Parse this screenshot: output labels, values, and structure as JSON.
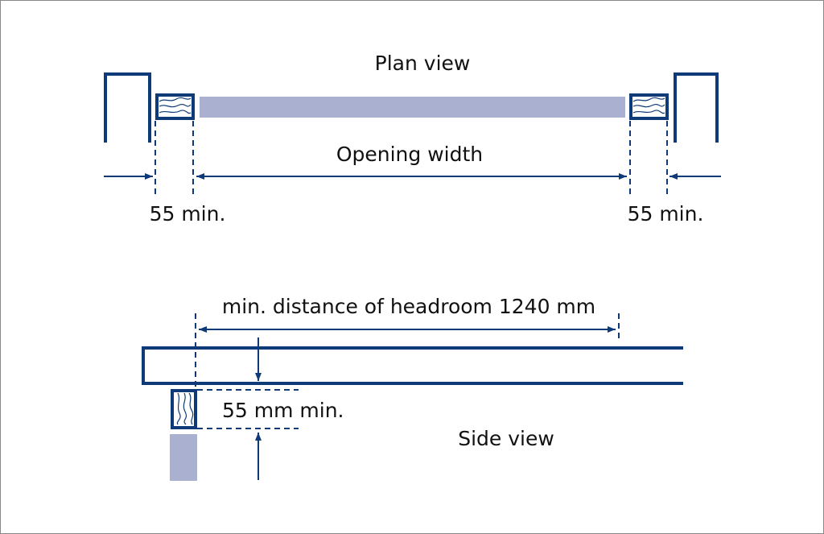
{
  "plan": {
    "title": "Plan view",
    "opening_label": "Opening width",
    "left_min": "55 min.",
    "right_min": "55 min."
  },
  "side": {
    "title": "Side view",
    "headroom_label": "min. distance of headroom 1240 mm",
    "min_label": "55 mm min."
  },
  "colors": {
    "line": "#0f3a78",
    "fill": "#aab0d0"
  }
}
